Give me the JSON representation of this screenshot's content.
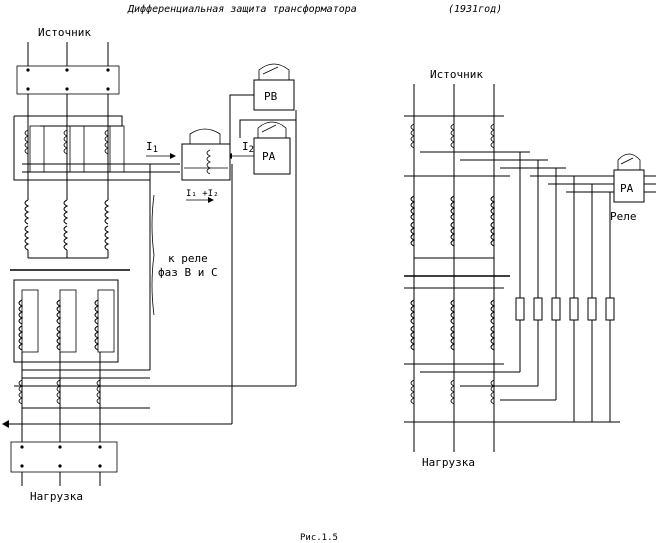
{
  "header": {
    "title": "Дифференциальная защита трансформатора",
    "year": "(1931год)"
  },
  "left": {
    "source_label": "Источник",
    "load_label": "Нагрузка",
    "relay_rv": "РВ",
    "relay_ra": "РА",
    "current_i1": "I",
    "current_i1_sub": "1",
    "current_i2": "I",
    "current_i2_sub": "2",
    "sum_label": "I₁ +I₂",
    "phases_note_line1": "к реле",
    "phases_note_line2": "фаз В и С"
  },
  "right": {
    "source_label": "Источник",
    "load_label": "Нагрузка",
    "relay_ra": "РА",
    "relay_caption": "Реле"
  },
  "footer": {
    "figure_caption": "Рис.1.5"
  }
}
